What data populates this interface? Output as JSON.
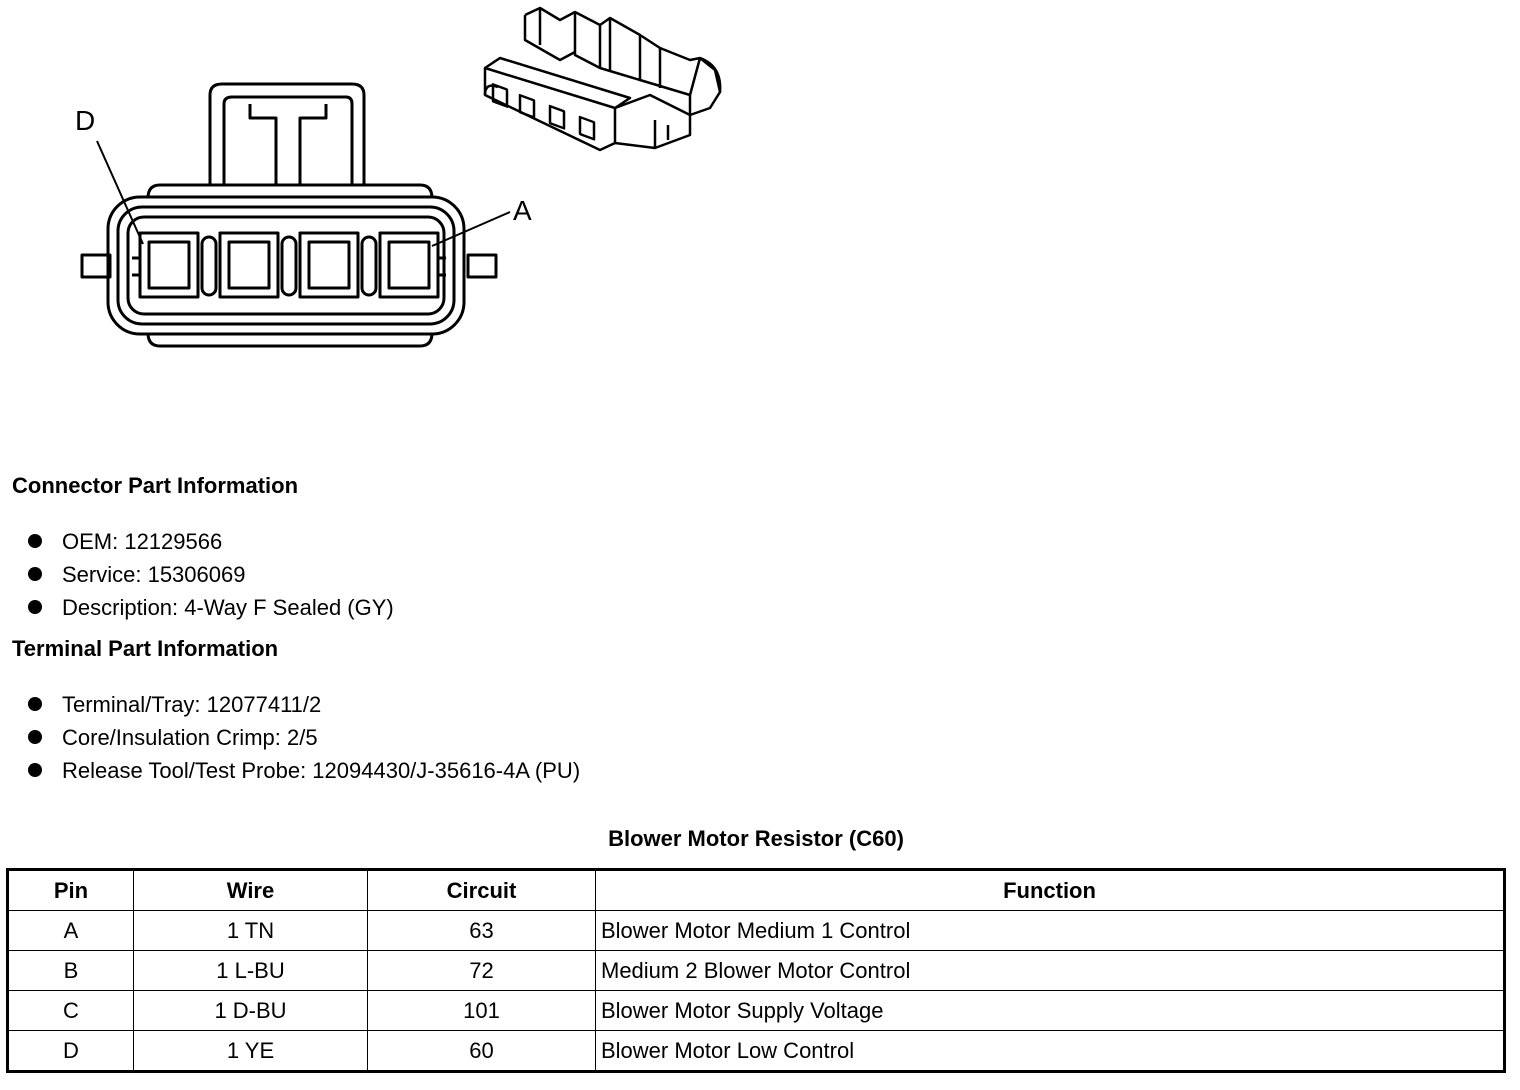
{
  "diagram": {
    "pin_left_label": "D",
    "pin_right_label": "A"
  },
  "connector_section": {
    "title": "Connector Part Information",
    "items": [
      "OEM: 12129566",
      "Service: 15306069",
      "Description: 4-Way F Sealed (GY)"
    ]
  },
  "terminal_section": {
    "title": "Terminal Part Information",
    "items": [
      "Terminal/Tray: 12077411/2",
      "Core/Insulation Crimp: 2/5",
      "Release Tool/Test Probe: 12094430/J-35616-4A (PU)"
    ]
  },
  "table": {
    "title": "Blower Motor Resistor (C60)",
    "headers": [
      "Pin",
      "Wire",
      "Circuit",
      "Function"
    ],
    "rows": [
      [
        "A",
        "1 TN",
        "63",
        "Blower Motor Medium 1 Control"
      ],
      [
        "B",
        "1 L-BU",
        "72",
        "Medium 2 Blower Motor Control"
      ],
      [
        "C",
        "1 D-BU",
        "101",
        "Blower Motor Supply Voltage"
      ],
      [
        "D",
        "1 YE",
        "60",
        "Blower Motor Low Control"
      ]
    ]
  }
}
